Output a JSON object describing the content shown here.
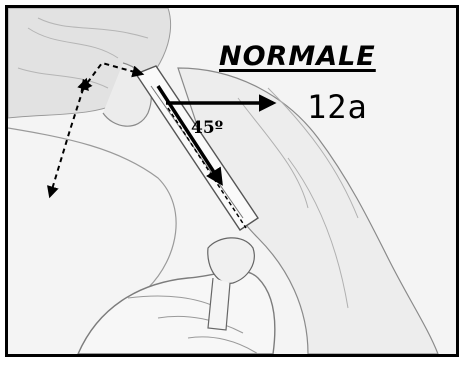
{
  "illustration": {
    "title": "NORMALE",
    "code": "12a",
    "angle": "45º",
    "colors": {
      "border": "#000000",
      "background": "#f4f4f4",
      "sketch": "#888888",
      "arrows": "#000000"
    }
  }
}
